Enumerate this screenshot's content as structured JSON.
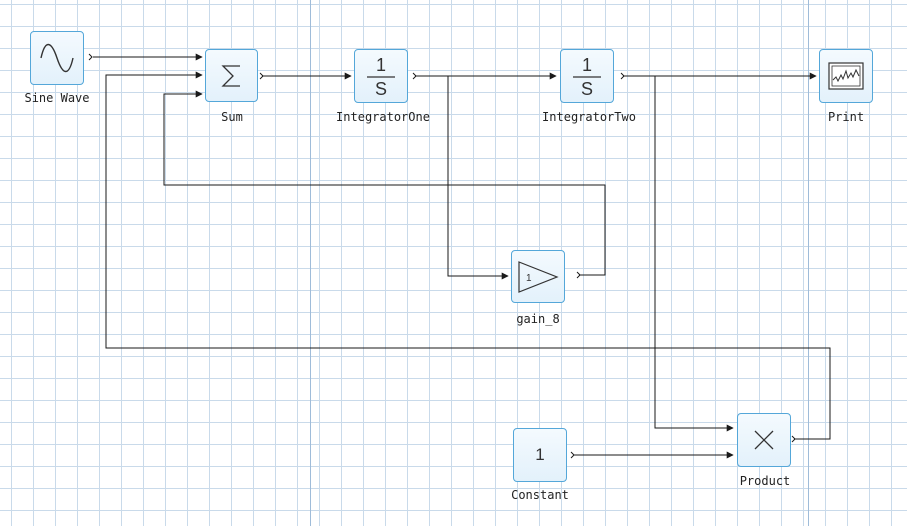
{
  "blocks": {
    "sine_wave": {
      "label": "Sine Wave",
      "icon": "sine-wave-icon"
    },
    "sum": {
      "label": "Sum",
      "icon": "sigma-icon"
    },
    "integrator_one": {
      "label": "IntegratorOne",
      "icon": "integrator-icon",
      "numerator": "1",
      "denominator": "S"
    },
    "integrator_two": {
      "label": "IntegratorTwo",
      "icon": "integrator-icon",
      "numerator": "1",
      "denominator": "S"
    },
    "print": {
      "label": "Print",
      "icon": "scope-icon"
    },
    "gain": {
      "label": "gain_8",
      "icon": "gain-triangle-icon",
      "value": "1"
    },
    "constant": {
      "label": "Constant",
      "value": "1"
    },
    "product": {
      "label": "Product",
      "icon": "multiply-icon"
    }
  },
  "colors": {
    "block_border": "#54a7d9",
    "block_fill": "#e3f1fb",
    "grid_line": "#c9daea",
    "wire": "#1a1a1a"
  }
}
